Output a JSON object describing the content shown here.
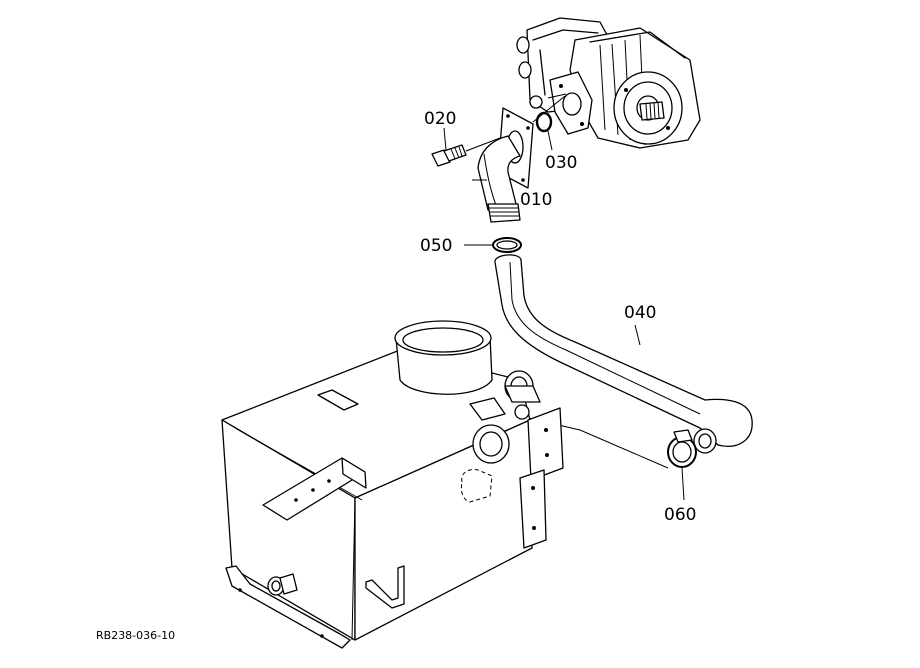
{
  "diagram": {
    "reference_code": "RB238-036-10",
    "callouts": [
      {
        "id": "pipe",
        "label": "010"
      },
      {
        "id": "bolt",
        "label": "020"
      },
      {
        "id": "o-ring",
        "label": "030"
      },
      {
        "id": "hose",
        "label": "040"
      },
      {
        "id": "clamp-upper",
        "label": "050"
      },
      {
        "id": "clamp-lower",
        "label": "060"
      }
    ]
  }
}
